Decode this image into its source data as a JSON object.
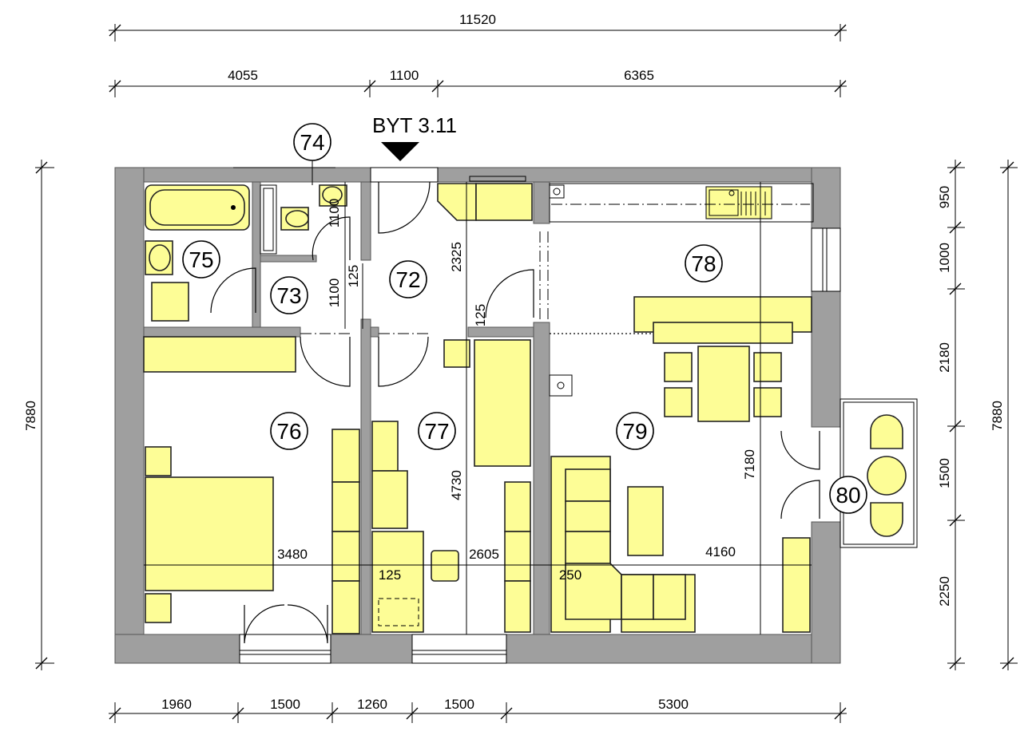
{
  "title": "BYT 3.11",
  "dims_top": {
    "total": "11520",
    "seg1": "4055",
    "seg2": "1100",
    "seg3": "6365"
  },
  "dims_bottom": {
    "seg1": "1960",
    "seg2": "1500",
    "seg3": "1260",
    "seg4": "1500",
    "seg5": "5300"
  },
  "dims_left": {
    "total": "7880"
  },
  "dims_right": {
    "seg1": "950",
    "seg2": "1000",
    "seg3": "2180",
    "seg4": "1500",
    "seg5": "2250",
    "total": "7880"
  },
  "dims_inner": {
    "d1100_wc": "1100",
    "d1100_73": "1100",
    "d125_72": "125",
    "d2325": "2325",
    "d125_hall": "125",
    "d3480": "3480",
    "d125_77": "125",
    "d2605": "2605",
    "d4730": "4730",
    "d250": "250",
    "d4160": "4160",
    "d7180": "7180"
  },
  "rooms": {
    "r72": "72",
    "r73": "73",
    "r74": "74",
    "r75": "75",
    "r76": "76",
    "r77": "77",
    "r78": "78",
    "r79": "79",
    "r80": "80"
  },
  "colors": {
    "wall": "#9f9f9f",
    "furniture": "#fdfd96",
    "line": "#000000"
  }
}
